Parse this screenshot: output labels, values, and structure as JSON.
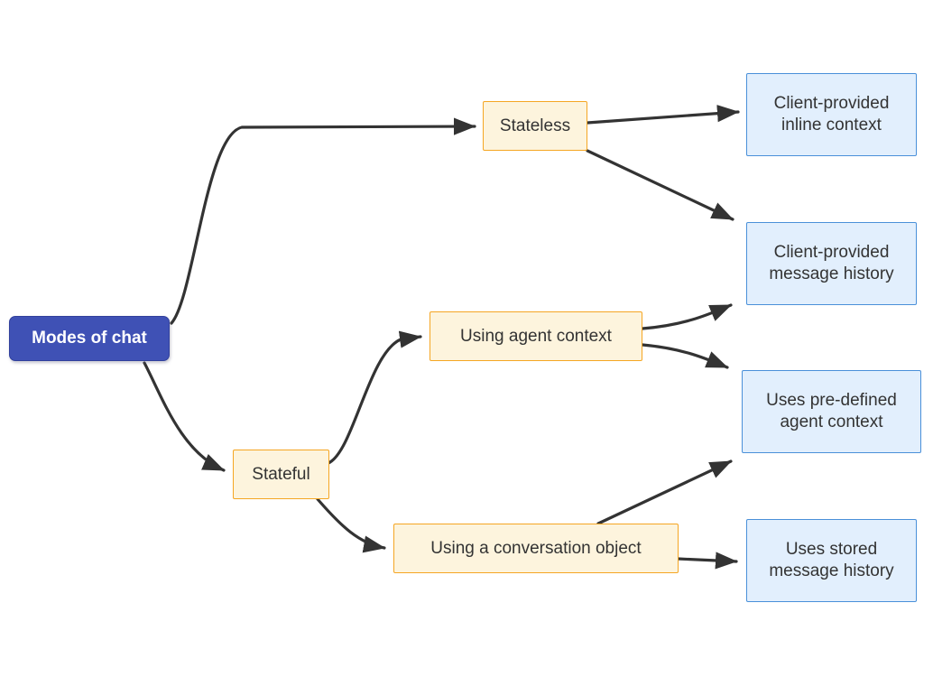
{
  "diagram": {
    "type": "flowchart",
    "direction": "left-to-right",
    "background_color": "#ffffff",
    "nodes": {
      "root": {
        "label": "Modes of chat",
        "fill": "#3f51b5",
        "stroke": "#31409c",
        "text_color": "#ffffff"
      },
      "stateless": {
        "label": "Stateless",
        "fill": "#fdf4dd",
        "stroke": "#f5a623",
        "text_color": "#333333"
      },
      "stateful": {
        "label": "Stateful",
        "fill": "#fdf4dd",
        "stroke": "#f5a623",
        "text_color": "#333333"
      },
      "using_agent_context": {
        "label": "Using agent context",
        "fill": "#fdf4dd",
        "stroke": "#f5a623",
        "text_color": "#333333"
      },
      "using_conversation_object": {
        "label": "Using a conversation object",
        "fill": "#fdf4dd",
        "stroke": "#f5a623",
        "text_color": "#333333"
      },
      "client_inline_context": {
        "label": "Client-provided\ninline context",
        "fill": "#e2effd",
        "stroke": "#4a90d9",
        "text_color": "#333333"
      },
      "client_message_history": {
        "label": "Client-provided\nmessage history",
        "fill": "#e2effd",
        "stroke": "#4a90d9",
        "text_color": "#333333"
      },
      "predefined_agent_context": {
        "label": "Uses pre-defined\nagent context",
        "fill": "#e2effd",
        "stroke": "#4a90d9",
        "text_color": "#333333"
      },
      "stored_message_history": {
        "label": "Uses stored\nmessage history",
        "fill": "#e2effd",
        "stroke": "#4a90d9",
        "text_color": "#333333"
      }
    },
    "edges": [
      {
        "from": "root",
        "to": "stateless",
        "label": ""
      },
      {
        "from": "root",
        "to": "stateful",
        "label": ""
      },
      {
        "from": "stateless",
        "to": "client_inline_context",
        "label": ""
      },
      {
        "from": "stateless",
        "to": "client_message_history",
        "label": ""
      },
      {
        "from": "stateful",
        "to": "using_agent_context",
        "label": ""
      },
      {
        "from": "stateful",
        "to": "using_conversation_object",
        "label": ""
      },
      {
        "from": "using_agent_context",
        "to": "client_message_history",
        "label": ""
      },
      {
        "from": "using_agent_context",
        "to": "predefined_agent_context",
        "label": ""
      },
      {
        "from": "using_conversation_object",
        "to": "predefined_agent_context",
        "label": ""
      },
      {
        "from": "using_conversation_object",
        "to": "stored_message_history",
        "label": ""
      }
    ],
    "edge_color": "#333333"
  }
}
